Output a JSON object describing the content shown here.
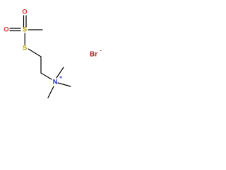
{
  "molecule": {
    "atoms": {
      "o_top": {
        "symbol": "O",
        "color": "#e8302a"
      },
      "o_left": {
        "symbol": "O",
        "color": "#e8302a"
      },
      "s_sulfonyl": {
        "symbol": "S",
        "color": "#b9a40a"
      },
      "s_thio": {
        "symbol": "S",
        "color": "#b9a40a"
      },
      "n_plus": {
        "symbol": "N",
        "charge": "+",
        "color": "#1f2fd0"
      },
      "counter_ion": {
        "symbol": "Br",
        "charge": "-",
        "color": "#a52a2a"
      }
    },
    "bond_color": "#000000"
  }
}
